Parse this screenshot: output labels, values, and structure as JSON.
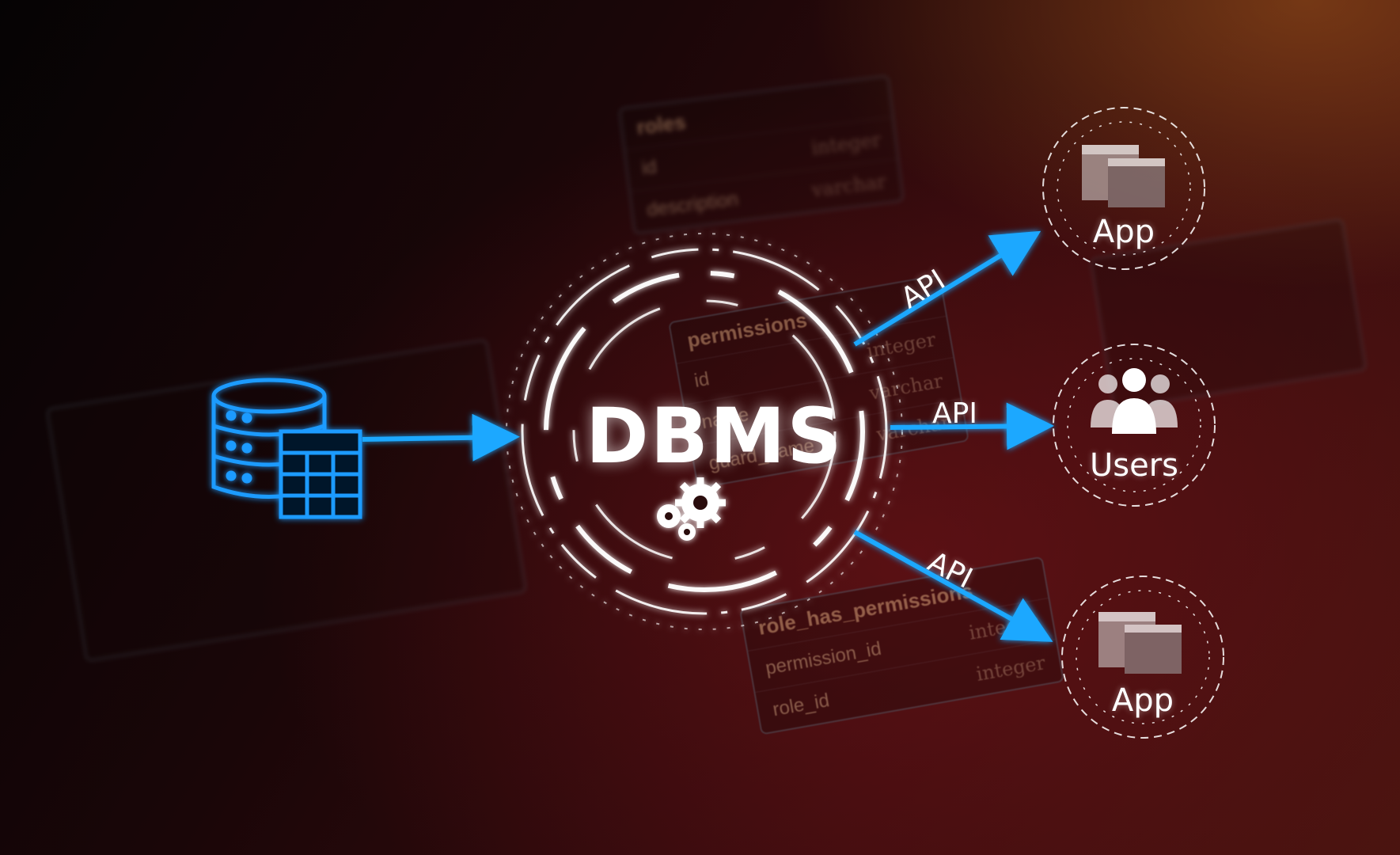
{
  "center": {
    "label": "DBMS"
  },
  "api_labels": [
    "API",
    "API",
    "API"
  ],
  "nodes": [
    {
      "label": "App",
      "icon": "app-window-icon"
    },
    {
      "label": "Users",
      "icon": "users-icon"
    },
    {
      "label": "App",
      "icon": "app-window-icon"
    }
  ],
  "source": {
    "icon": "database-table-icon"
  },
  "background_tables": {
    "roles": {
      "name": "roles",
      "rows": [
        {
          "field": "id",
          "type": "integer"
        },
        {
          "field": "description",
          "type": "varchar"
        }
      ]
    },
    "permissions": {
      "name": "permissions",
      "rows": [
        {
          "field": "id",
          "type": "integer"
        },
        {
          "field": "name",
          "type": "varchar"
        },
        {
          "field": "guard_name",
          "type": "varchar"
        }
      ]
    },
    "role_has_permissions": {
      "name": "role_has_permissions",
      "rows": [
        {
          "field": "permission_id",
          "type": "integer"
        },
        {
          "field": "role_id",
          "type": "integer"
        }
      ]
    }
  },
  "colors": {
    "arrow": "#1aa8ff",
    "db_icon": "#1e9bff",
    "text": "#ffffff"
  }
}
